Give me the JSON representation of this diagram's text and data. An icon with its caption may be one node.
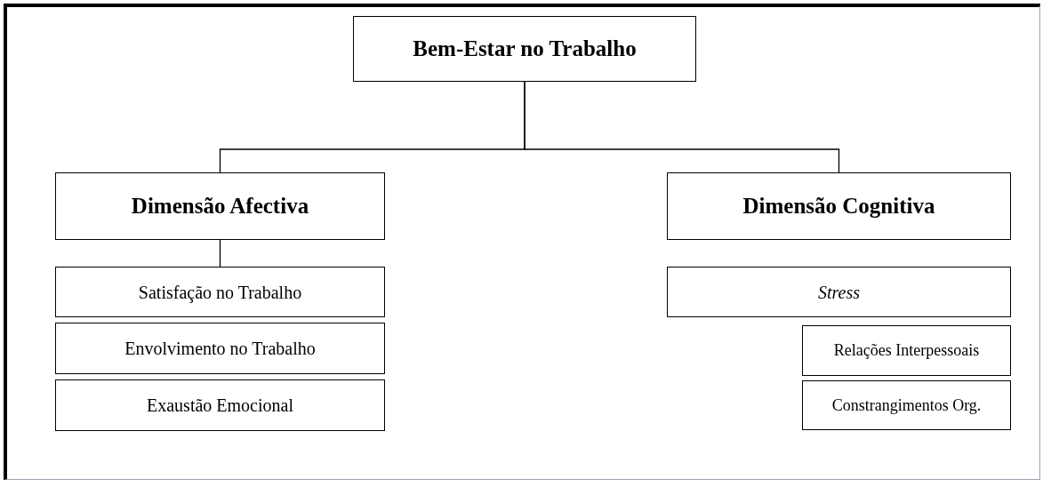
{
  "diagram": {
    "nodes": [
      {
        "text": [
          "Bem-Estar no Trabalho"
        ]
      },
      {
        "text": [
          "Dimensão Afectiva"
        ]
      },
      {
        "text": [
          "Dimensão Cognitiva"
        ]
      },
      {
        "text": [
          "Satisfação no Trabalho"
        ]
      },
      {
        "text": [
          "Envolvimento no Trabalho"
        ]
      },
      {
        "text": [
          "Exaustão Emocional"
        ]
      },
      {
        "text": [
          "Stress"
        ]
      },
      {
        "text": [
          "Relações Interpessoais"
        ]
      },
      {
        "text": [
          "Constrangimentos Org."
        ]
      }
    ],
    "edges": [
      {
        "from": 0,
        "to": 1,
        "arrow": "none"
      },
      {
        "from": 0,
        "to": 2,
        "arrow": "none"
      },
      {
        "from": 1,
        "to": 3,
        "arrow": "none"
      }
    ]
  }
}
